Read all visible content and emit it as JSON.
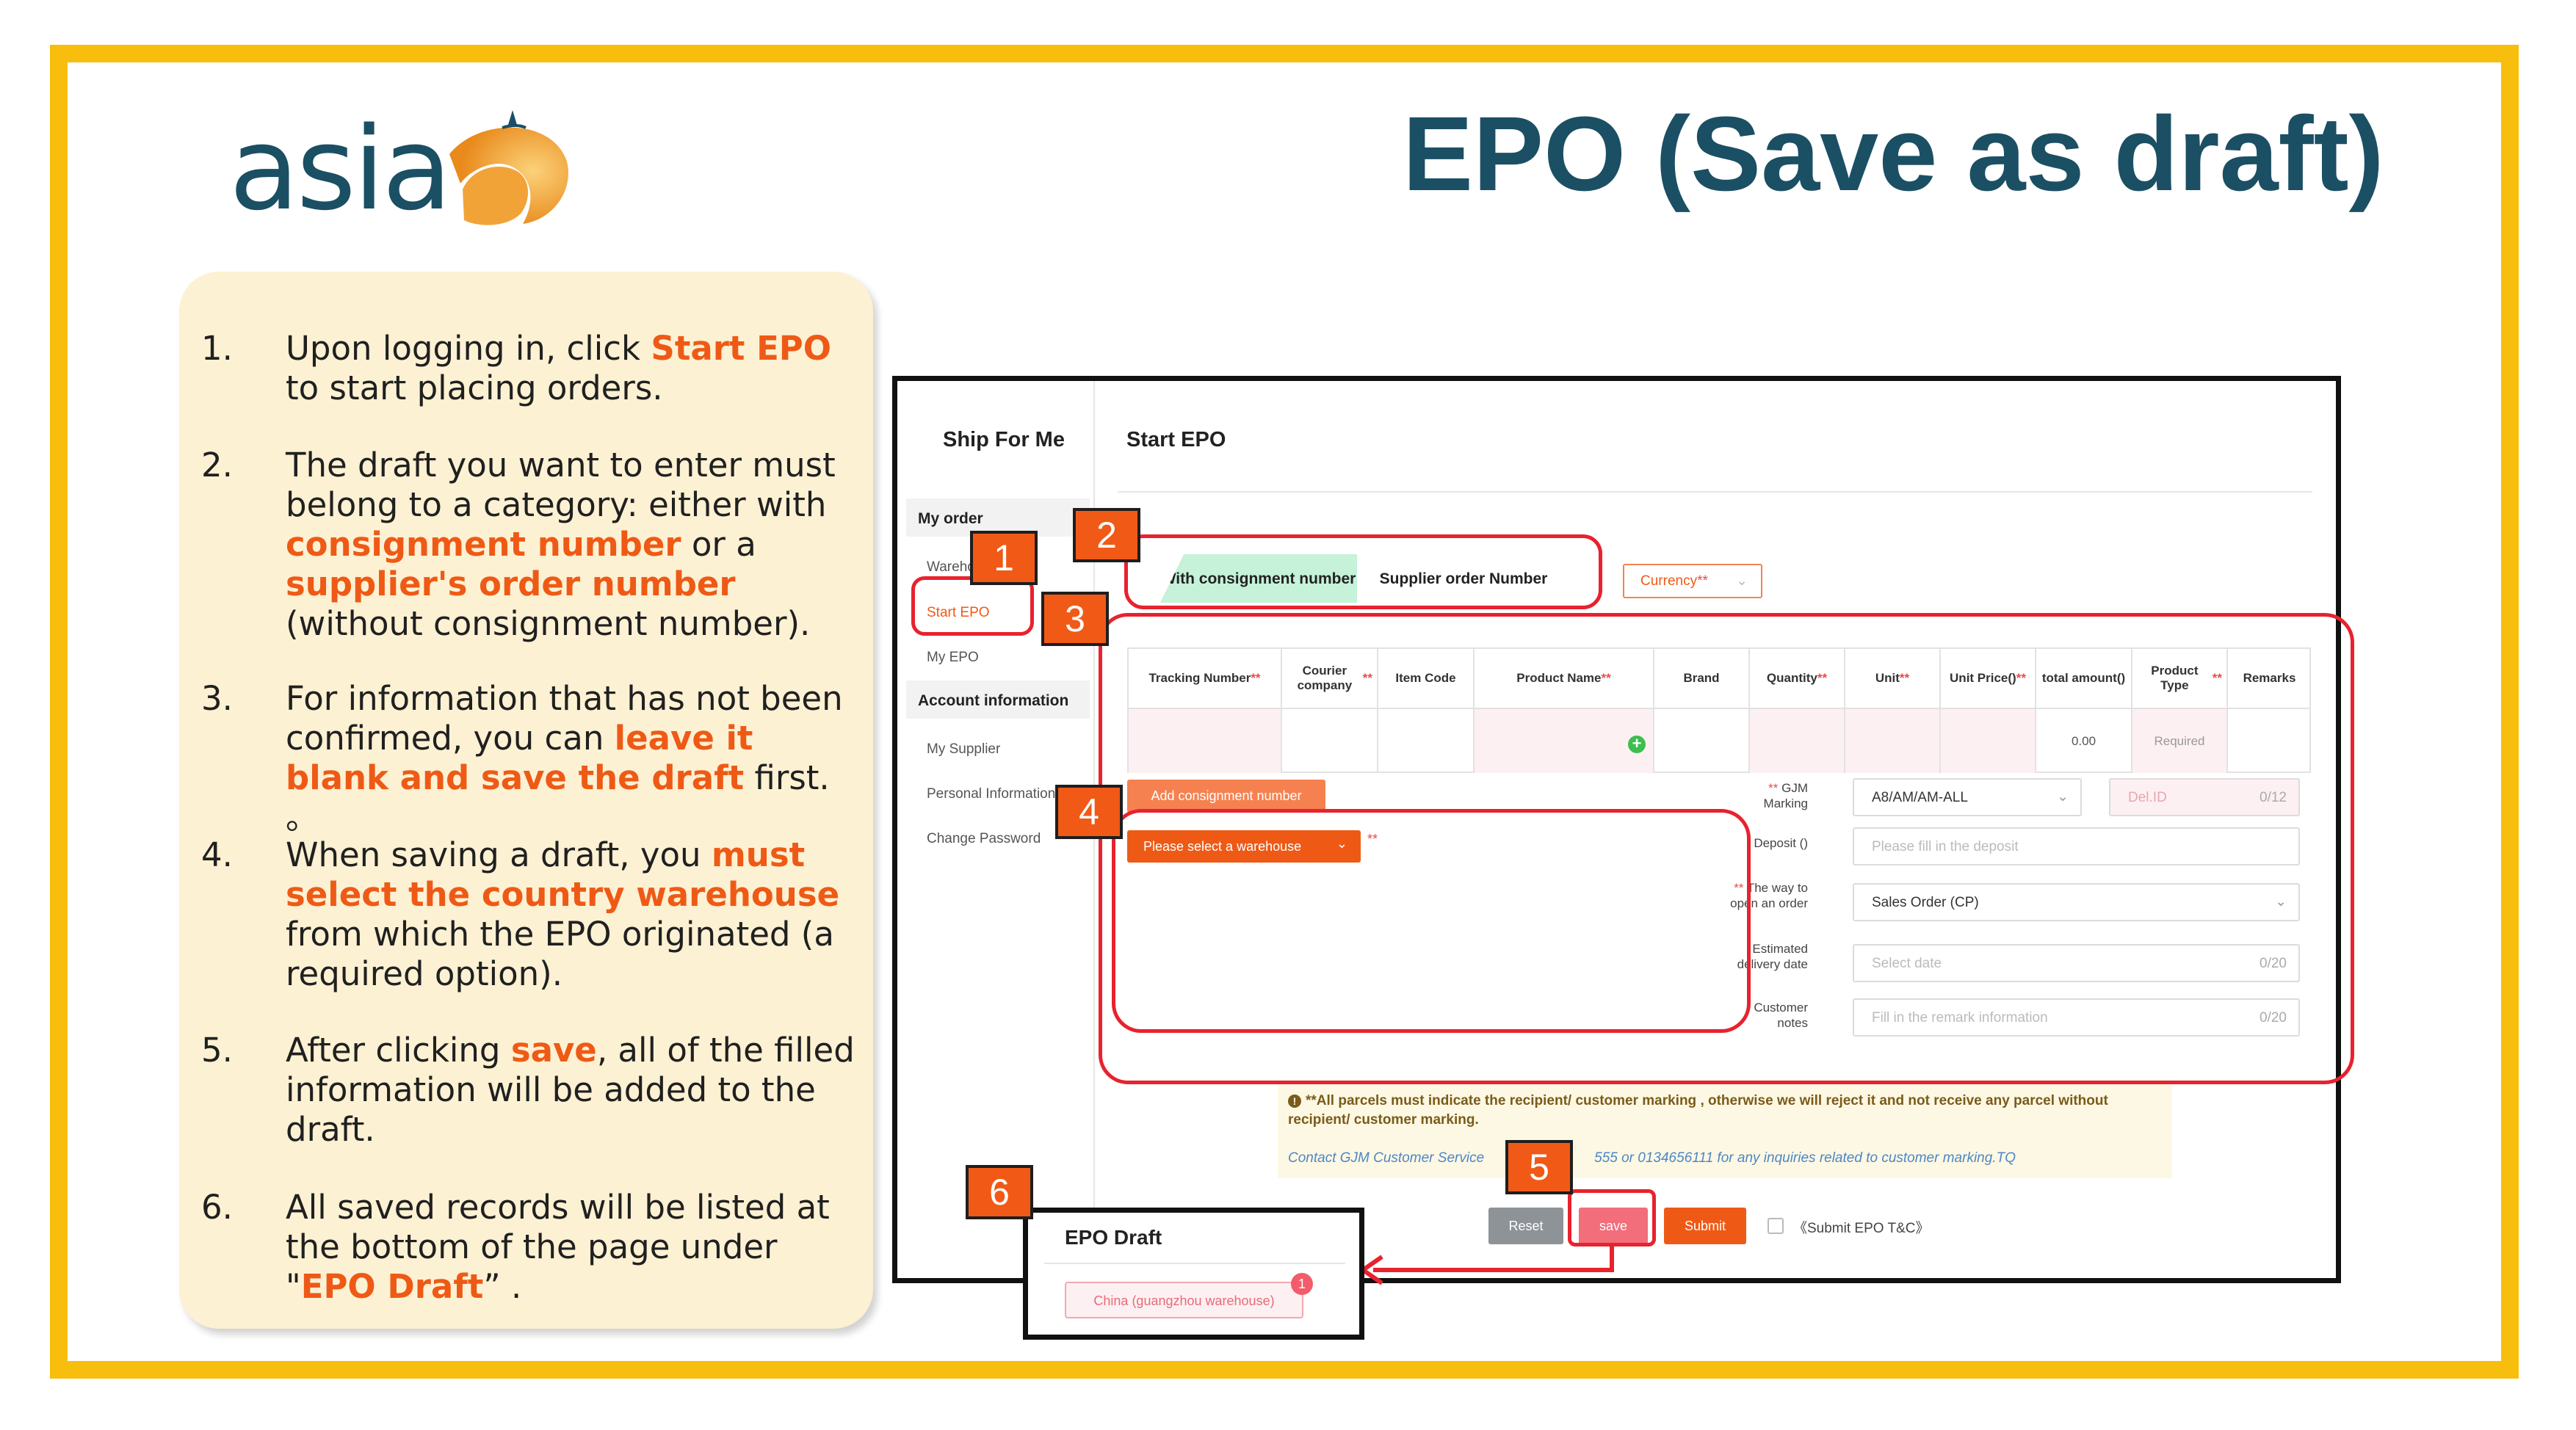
{
  "slide": {
    "title": "EPO (Save as draft)",
    "logo_text": "asia",
    "colors": {
      "frame": "#F8BE0D",
      "title": "#1B4F64",
      "accent": "#EE5A16",
      "callout": "#E8222E",
      "panel": "#FDF1D3"
    }
  },
  "steps": [
    {
      "num": "1.",
      "parts": [
        {
          "t": "Upon logging in, click "
        },
        {
          "t": "Start EPO",
          "h": true
        },
        {
          "t": " to start placing orders."
        }
      ]
    },
    {
      "num": "2.",
      "parts": [
        {
          "t": "The draft you want to enter must belong to a category: either with "
        },
        {
          "t": "consignment number",
          "h": true
        },
        {
          "t": " or a "
        },
        {
          "t": "supplier's order number",
          "h": true
        },
        {
          "t": " (without consignment number)."
        }
      ]
    },
    {
      "num": "3.",
      "parts": [
        {
          "t": "For information that has not been confirmed, you can "
        },
        {
          "t": "leave it blank and save the draft",
          "h": true
        },
        {
          "t": " first. 。"
        }
      ]
    },
    {
      "num": "4.",
      "parts": [
        {
          "t": "When saving a draft, you "
        },
        {
          "t": "must select the country warehouse",
          "h": true
        },
        {
          "t": " from which the EPO originated (a required option)."
        }
      ]
    },
    {
      "num": "5.",
      "parts": [
        {
          "t": "After clicking "
        },
        {
          "t": "save",
          "h": true
        },
        {
          "t": ", all of the filled information will be added to the draft."
        }
      ]
    },
    {
      "num": "6.",
      "parts": [
        {
          "t": "All saved records will be listed at the bottom of the page under \""
        },
        {
          "t": "EPO Draft",
          "h": true
        },
        {
          "t": "”  ."
        }
      ]
    }
  ],
  "screenshot": {
    "sidebar": {
      "header": "Ship For Me",
      "section_order": "My order",
      "items_order": [
        "Warehouse address",
        "Start EPO",
        "My EPO"
      ],
      "section_account": "Account information",
      "items_account": [
        "My Supplier",
        "Personal Information",
        "Change Password"
      ]
    },
    "main_title": "Start EPO",
    "tabs": [
      "With consignment number",
      "Supplier order Number"
    ],
    "currency": {
      "label": "Currency",
      "req": "**"
    },
    "table": {
      "columns": [
        {
          "label": "Tracking Number",
          "req": "**"
        },
        {
          "label": "Courier company",
          "req": "**"
        },
        {
          "label": "Item Code",
          "req": ""
        },
        {
          "label": "Product Name",
          "req": "**"
        },
        {
          "label": "Brand",
          "req": ""
        },
        {
          "label": "Quantity",
          "req": "**"
        },
        {
          "label": "Unit",
          "req": "**"
        },
        {
          "label": "Unit Price()",
          "req": "**"
        },
        {
          "label": "total amount()",
          "req": ""
        },
        {
          "label": "Product Type",
          "req": "**"
        },
        {
          "label": "Remarks",
          "req": ""
        }
      ],
      "row": {
        "total": "0.00",
        "product_type": "Required"
      }
    },
    "add_button": "Add consignment number",
    "warehouse_button": "Please select a warehouse",
    "warehouse_req": "**",
    "form": {
      "gjm_label": "GJM Marking",
      "gjm_value": "A8/AM/AM-ALL",
      "delid_placeholder": "Del.ID",
      "delid_count": "0/12",
      "deposit_label": "Deposit ()",
      "deposit_placeholder": "Please fill in the deposit",
      "way_label": "The way to open an order",
      "way_value": "Sales Order (CP)",
      "delivery_label": "Estimated delivery date",
      "delivery_placeholder": "Select date",
      "delivery_count": "0/20",
      "notes_label": "Customer notes",
      "notes_placeholder": "Fill in the remark information",
      "notes_count": "0/20",
      "req": "**"
    },
    "notice_main": "**All parcels must indicate the recipient/ customer marking , otherwise we will reject it and not receive any parcel without recipient/ customer marking.",
    "notice_contact_a": "Contact GJM Customer Service",
    "notice_contact_b": "555 or 0134656111 for any inquiries related to customer marking.TQ",
    "buttons": {
      "reset": "Reset",
      "save": "save",
      "submit": "Submit",
      "terms": "《Submit EPO T&C》"
    }
  },
  "draft": {
    "title": "EPO Draft",
    "item": "China (guangzhou warehouse)",
    "count": "1"
  },
  "callouts": [
    "1",
    "2",
    "3",
    "4",
    "5",
    "6"
  ]
}
